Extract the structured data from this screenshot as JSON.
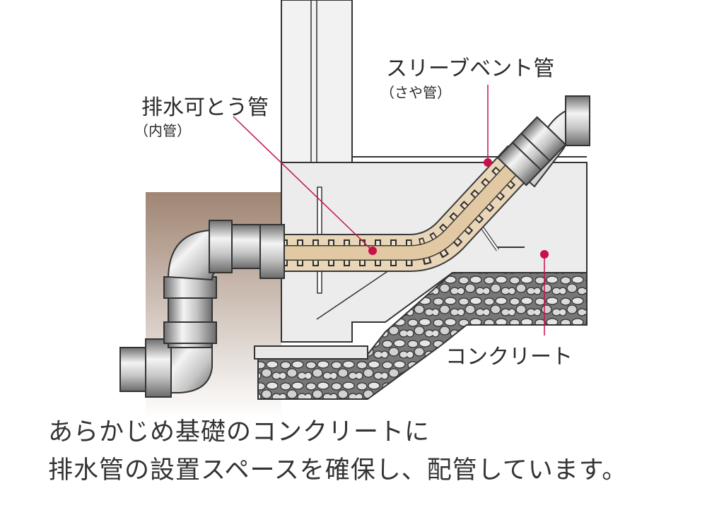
{
  "labels": {
    "sleeve_vent_pipe": "スリーブベント管",
    "sleeve_vent_pipe_sub": "（さや管）",
    "flexible_drain_pipe": "排水可とう管",
    "flexible_drain_pipe_sub": "（内管）",
    "concrete": "コンクリート"
  },
  "caption": {
    "line1": "あらかじめ基礎のコンクリートに",
    "line2": "排水管の設置スペースを確保し、配管しています。"
  },
  "colors": {
    "leader": "#c8104a",
    "sleeve": "#e9d5b8",
    "soil": "#a08573",
    "concrete": "#eeeeee",
    "pipe": "#b7b7b7"
  }
}
